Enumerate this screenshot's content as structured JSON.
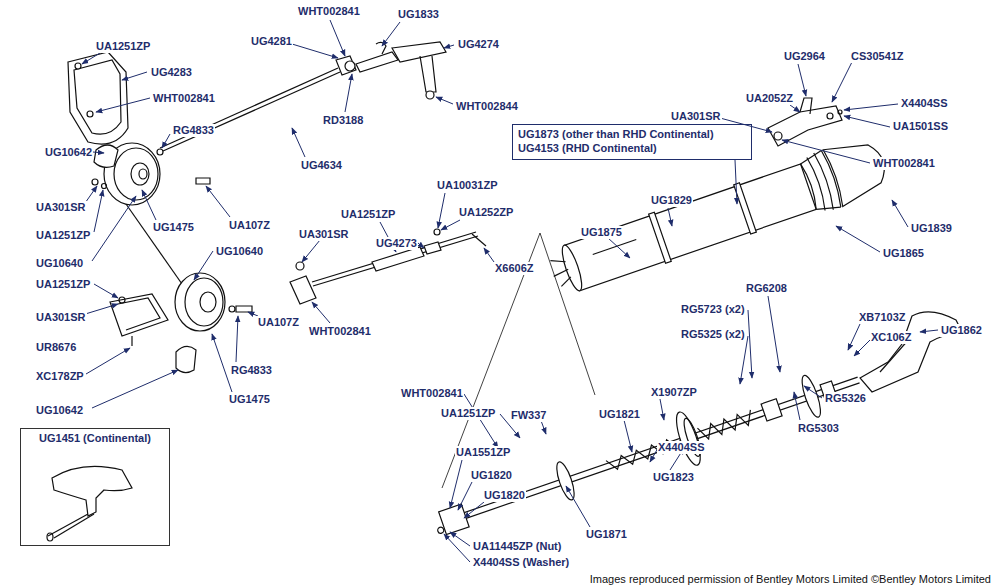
{
  "diagram": {
    "nodes": [
      {
        "text": [
          "UG1451 (Continental)"
        ]
      },
      {
        "text": [
          "UG1873 (other than RHD Continental)",
          "UG4153 (RHD Continental)"
        ]
      }
    ],
    "labels": [
      "UA1251ZP",
      "UG4283",
      "WHT002841",
      "WHT002841",
      "UG1833",
      "UG4281",
      "UG4274",
      "WHT002844",
      "RD3188",
      "UG4634",
      "RG4833",
      "UG10642",
      "UA301SR",
      "UA1251ZP",
      "UG10640",
      "UG1475",
      "UA107Z",
      "UG10640",
      "UA1251ZP",
      "UA301SR",
      "UR8676",
      "XC178ZP",
      "UG10642",
      "UA107Z",
      "RG4833",
      "UG1475",
      "UA301SR",
      "UA10031ZP",
      "UA1251ZP",
      "UA1252ZP",
      "UG4273",
      "X6606Z",
      "WHT002841",
      "UG2964",
      "CS30541Z",
      "UA301SR",
      "UA2052Z",
      "X4404SS",
      "UA1501SS",
      "WHT002841",
      "UG1829",
      "UG1875",
      "UG1839",
      "UG1865",
      "XB7103Z",
      "XC106Z",
      "RG6208",
      "RG5723 (x2)",
      "RG5325 (x2)",
      "UG1862",
      "WHT002841",
      "UA1251ZP",
      "FW337",
      "X1907ZP",
      "UG1821",
      "RG5326",
      "RG5303",
      "UA1551ZP",
      "UG1820",
      "UG1820",
      "X4404SS",
      "UG1823",
      "UG1871",
      "UA11445ZP (Nut)",
      "X4404SS (Washer)",
      "Images reproduced permission of Bentley Motors Limited ©Bentley Motors Limited"
    ]
  }
}
